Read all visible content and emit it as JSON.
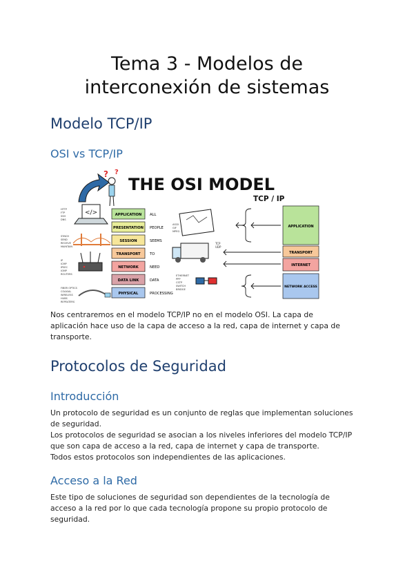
{
  "doc": {
    "title_line1": "Tema 3 - Modelos de",
    "title_line2": "interconexión de sistemas",
    "section1": {
      "heading": "Modelo TCP/IP",
      "subheading": "OSI vs TCP/IP",
      "paragraph": [
        "Nos centraremos en el modelo TCP/IP no en el modelo OSI. La capa de",
        "aplicación hace uso de la capa de acceso a la red, capa de internet y capa de",
        "transporte."
      ]
    },
    "section2": {
      "heading": "Protocolos de Seguridad",
      "intro_heading": "Introducción",
      "intro_lines": [
        "Un protocolo de seguridad es un conjunto de reglas que implementan soluciones",
        "de seguridad.",
        "Los protocolos de seguridad se asocian a los niveles inferiores del modelo TCP/IP",
        "que son capa de acceso a la red, capa de internet y capa de transporte.",
        "Todos estos protocolos son independientes de las aplicaciones."
      ],
      "access_heading": "Acceso a la Red",
      "access_lines": [
        "Este tipo de soluciones de seguridad son dependientes de la tecnología de",
        "acceso a la red por lo que cada tecnología propone su propio protocolo de",
        "seguridad."
      ]
    }
  },
  "figure": {
    "osi_title": "THE OSI MODEL",
    "tcp_title": "TCP / IP",
    "osi_layers": [
      {
        "name": "APPLICATION",
        "mnemonic": "ALL",
        "color": "#b9e39a"
      },
      {
        "name": "PRESENTATION",
        "mnemonic": "PEOPLE",
        "color": "#e9ee9a"
      },
      {
        "name": "SESSION",
        "mnemonic": "SEEMS",
        "color": "#f6e69a"
      },
      {
        "name": "TRANSPORT",
        "mnemonic": "TO",
        "color": "#f7c89a"
      },
      {
        "name": "NETWORK",
        "mnemonic": "NEED",
        "color": "#f3a4a0"
      },
      {
        "name": "DATA LINK",
        "mnemonic": "DATA",
        "color": "#d9a2a8"
      },
      {
        "name": "PHYSICAL",
        "mnemonic": "PROCESSING",
        "color": "#a9c7ee"
      }
    ],
    "tcp_layers": [
      {
        "name": "APPLICATION",
        "color": "#b9e39a"
      },
      {
        "name": "TRANSPORT",
        "color": "#f7c89a"
      },
      {
        "name": "INTERNET",
        "color": "#f3a4a0"
      },
      {
        "name": "NETWORK ACCESS",
        "color": "#a9c7ee"
      }
    ],
    "small_labels": {
      "tcp_udp": "TCP\nUDP",
      "ethernet": "ETHERNET\nPPP\nCSTP\nSWITCH\nBRIDGE"
    }
  }
}
